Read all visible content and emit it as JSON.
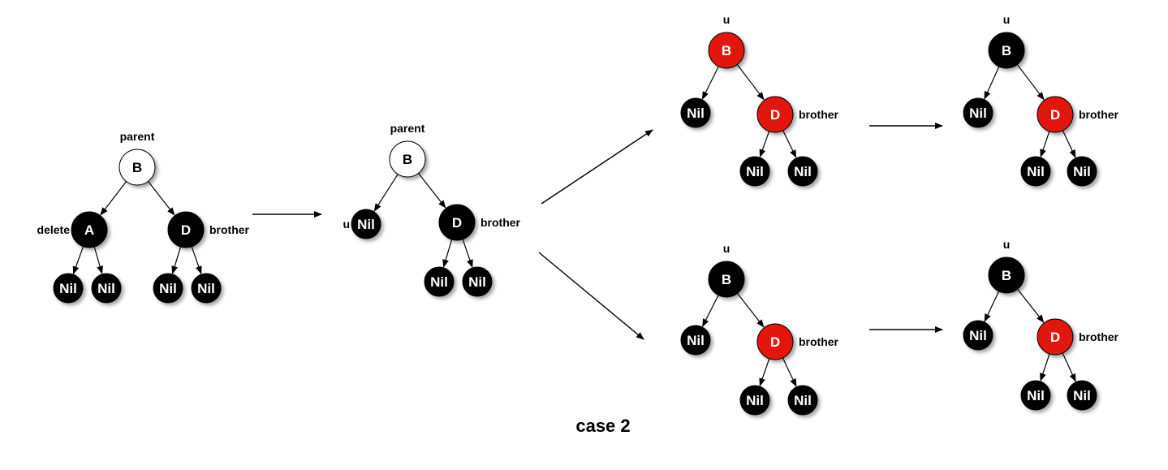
{
  "caption": "case 2",
  "colors": {
    "black": "#000000",
    "red": "#e3140f",
    "white": "#ffffff"
  },
  "diagrams": [
    {
      "id": "initial",
      "nodes": [
        {
          "id": "B",
          "label": "B",
          "fill": "white",
          "annotation": "parent",
          "anno_side": "top"
        },
        {
          "id": "A",
          "label": "A",
          "fill": "black",
          "annotation": "delete",
          "anno_side": "left"
        },
        {
          "id": "D",
          "label": "D",
          "fill": "black",
          "annotation": "brother",
          "anno_side": "right"
        },
        {
          "id": "n1",
          "label": "Nil",
          "fill": "black"
        },
        {
          "id": "n2",
          "label": "Nil",
          "fill": "black"
        },
        {
          "id": "n3",
          "label": "Nil",
          "fill": "black"
        },
        {
          "id": "n4",
          "label": "Nil",
          "fill": "black"
        }
      ],
      "edges": [
        [
          "B",
          "A"
        ],
        [
          "B",
          "D"
        ],
        [
          "A",
          "n1"
        ],
        [
          "A",
          "n2"
        ],
        [
          "D",
          "n3"
        ],
        [
          "D",
          "n4"
        ]
      ]
    },
    {
      "id": "after-delete",
      "nodes": [
        {
          "id": "B",
          "label": "B",
          "fill": "white",
          "annotation": "parent",
          "anno_side": "top"
        },
        {
          "id": "U",
          "label": "Nil",
          "fill": "black",
          "annotation": "u",
          "anno_side": "left"
        },
        {
          "id": "D",
          "label": "D",
          "fill": "black",
          "annotation": "brother",
          "anno_side": "right"
        },
        {
          "id": "n1",
          "label": "Nil",
          "fill": "black"
        },
        {
          "id": "n2",
          "label": "Nil",
          "fill": "black"
        }
      ],
      "edges": [
        [
          "B",
          "U"
        ],
        [
          "B",
          "D"
        ],
        [
          "D",
          "n1"
        ],
        [
          "D",
          "n2"
        ]
      ]
    },
    {
      "id": "top-before",
      "nodes": [
        {
          "id": "B",
          "label": "B",
          "fill": "red",
          "annotation": "u",
          "anno_side": "top"
        },
        {
          "id": "L",
          "label": "Nil",
          "fill": "black"
        },
        {
          "id": "D",
          "label": "D",
          "fill": "red",
          "annotation": "brother",
          "anno_side": "right"
        },
        {
          "id": "n1",
          "label": "Nil",
          "fill": "black"
        },
        {
          "id": "n2",
          "label": "Nil",
          "fill": "black"
        }
      ],
      "edges": [
        [
          "B",
          "L"
        ],
        [
          "B",
          "D"
        ],
        [
          "D",
          "n1"
        ],
        [
          "D",
          "n2"
        ]
      ]
    },
    {
      "id": "top-after",
      "nodes": [
        {
          "id": "B",
          "label": "B",
          "fill": "black",
          "annotation": "u",
          "anno_side": "top"
        },
        {
          "id": "L",
          "label": "Nil",
          "fill": "black"
        },
        {
          "id": "D",
          "label": "D",
          "fill": "red",
          "annotation": "brother",
          "anno_side": "right"
        },
        {
          "id": "n1",
          "label": "Nil",
          "fill": "black"
        },
        {
          "id": "n2",
          "label": "Nil",
          "fill": "black"
        }
      ],
      "edges": [
        [
          "B",
          "L"
        ],
        [
          "B",
          "D"
        ],
        [
          "D",
          "n1"
        ],
        [
          "D",
          "n2"
        ]
      ]
    },
    {
      "id": "bottom-before",
      "nodes": [
        {
          "id": "B",
          "label": "B",
          "fill": "black",
          "annotation": "u",
          "anno_side": "top"
        },
        {
          "id": "L",
          "label": "Nil",
          "fill": "black"
        },
        {
          "id": "D",
          "label": "D",
          "fill": "red",
          "annotation": "brother",
          "anno_side": "right"
        },
        {
          "id": "n1",
          "label": "Nil",
          "fill": "black"
        },
        {
          "id": "n2",
          "label": "Nil",
          "fill": "black"
        }
      ],
      "edges": [
        [
          "B",
          "L"
        ],
        [
          "B",
          "D"
        ],
        [
          "D",
          "n1"
        ],
        [
          "D",
          "n2"
        ]
      ]
    },
    {
      "id": "bottom-after",
      "nodes": [
        {
          "id": "B",
          "label": "B",
          "fill": "black",
          "annotation": "u",
          "anno_side": "top"
        },
        {
          "id": "L",
          "label": "Nil",
          "fill": "black"
        },
        {
          "id": "D",
          "label": "D",
          "fill": "red",
          "annotation": "brother",
          "anno_side": "right"
        },
        {
          "id": "n1",
          "label": "Nil",
          "fill": "black"
        },
        {
          "id": "n2",
          "label": "Nil",
          "fill": "black"
        }
      ],
      "edges": [
        [
          "B",
          "L"
        ],
        [
          "B",
          "D"
        ],
        [
          "D",
          "n1"
        ],
        [
          "D",
          "n2"
        ]
      ]
    }
  ],
  "transitions": [
    {
      "from": "initial",
      "to": "after-delete"
    },
    {
      "from": "after-delete",
      "to": "top-before"
    },
    {
      "from": "after-delete",
      "to": "bottom-before"
    },
    {
      "from": "top-before",
      "to": "top-after"
    },
    {
      "from": "bottom-before",
      "to": "bottom-after"
    }
  ]
}
